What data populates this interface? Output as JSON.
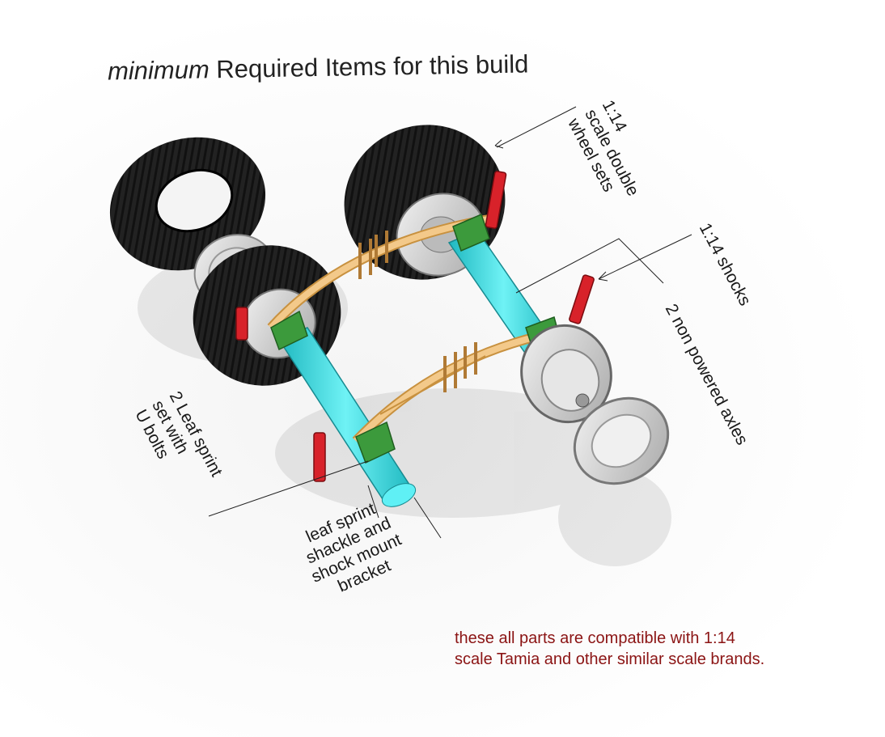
{
  "title": {
    "italic_part": "minimum",
    "rest": "Required Items for this build"
  },
  "labels": {
    "wheels": "1:14\nscale double\nwheel sets",
    "shocks": "1:14 shocks",
    "axles": "2 non powered axles",
    "leaf_spring": "2 Leaf sprint\nset with\nU bolts",
    "bracket": "leaf sprint\nshackle and\nshock mount\nbracket"
  },
  "note": "these all parts are compatible with 1:14\nscale Tamia and other similar scale brands.",
  "colors": {
    "tire": "#1e1e1e",
    "rim": "#d8d8d8",
    "axle": "#3fe0e6",
    "leaf_spring": "#f0c27a",
    "bracket": "#3c9a3c",
    "shock": "#d8222a",
    "note_text": "#8b1414"
  }
}
